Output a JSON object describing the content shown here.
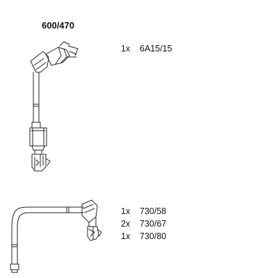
{
  "title": "600/470",
  "parts_top": [
    {
      "qty": "1x",
      "code": "6A15/15"
    }
  ],
  "parts_bottom": [
    {
      "qty": "1x",
      "code": "730/58"
    },
    {
      "qty": "2x",
      "code": "730/67"
    },
    {
      "qty": "1x",
      "code": "730/80"
    }
  ]
}
